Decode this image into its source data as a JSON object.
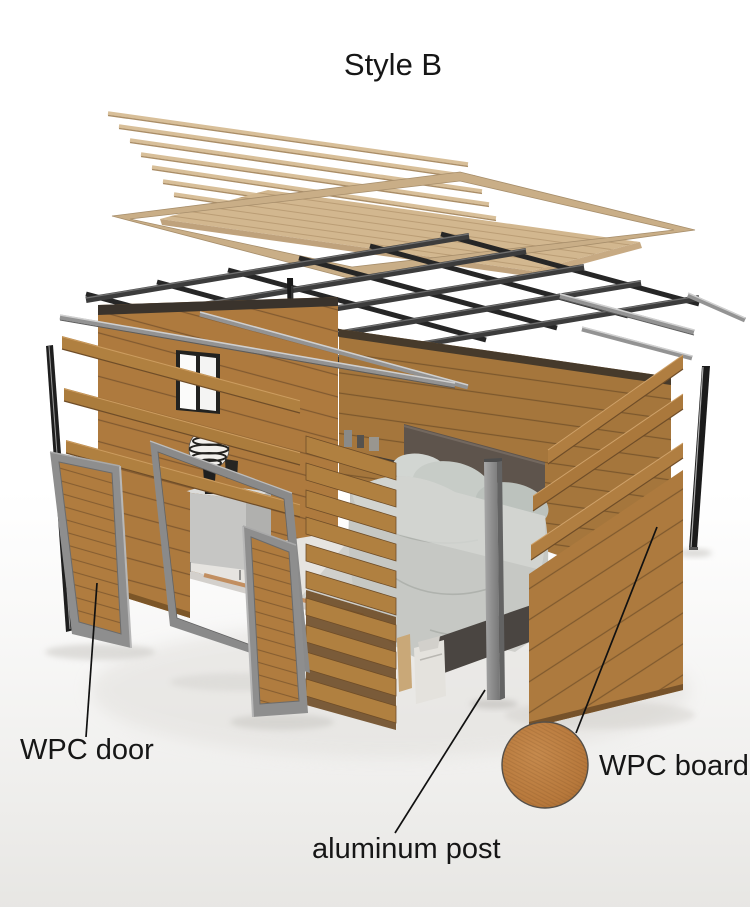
{
  "title": "Style B",
  "callouts": {
    "door": {
      "label": "WPC door"
    },
    "post": {
      "label": "aluminum post"
    },
    "board": {
      "label": "WPC board"
    }
  },
  "swatch": {
    "meaning": "wpc-board-wood-sample",
    "color": "#b8793c"
  },
  "colors": {
    "background": "#ffffff",
    "text": "#161616",
    "wood_wall": "#ae7a3e",
    "roof_plank": "#d6bc96",
    "metal_frame_dark": "#2a2a2a",
    "rail_silver": "#939393",
    "door_frame_gray": "#8e8e8e",
    "post_dark": "#1d1d1d",
    "post_aluminum": "#8f8f8f",
    "bedding_gray": "#c6c8c4",
    "headboard_brown": "#5e544c"
  }
}
